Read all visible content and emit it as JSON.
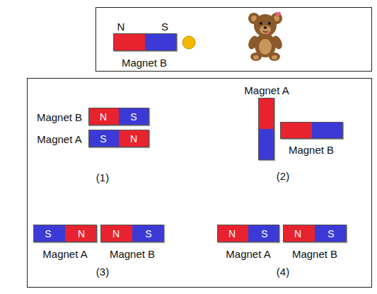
{
  "diagram": {
    "nodes": [
      {
        "text": [
          "N",
          "S",
          "Magnet B"
        ]
      },
      {
        "text": [
          "Magnet B",
          "N",
          "S"
        ]
      },
      {
        "text": [
          "Magnet A",
          "S",
          "N"
        ]
      },
      {
        "text": [
          "Magnet A"
        ]
      },
      {
        "text": [
          "Magnet B"
        ]
      },
      {
        "text": [
          "S",
          "N",
          "Magnet A"
        ]
      },
      {
        "text": [
          "N",
          "S",
          "Magnet B"
        ]
      },
      {
        "text": [
          "N",
          "S",
          "Magnet A"
        ]
      },
      {
        "text": [
          "N",
          "S",
          "Magnet B"
        ]
      }
    ],
    "labels": [
      "(1)",
      "(2)",
      "(3)",
      "(4)"
    ]
  }
}
